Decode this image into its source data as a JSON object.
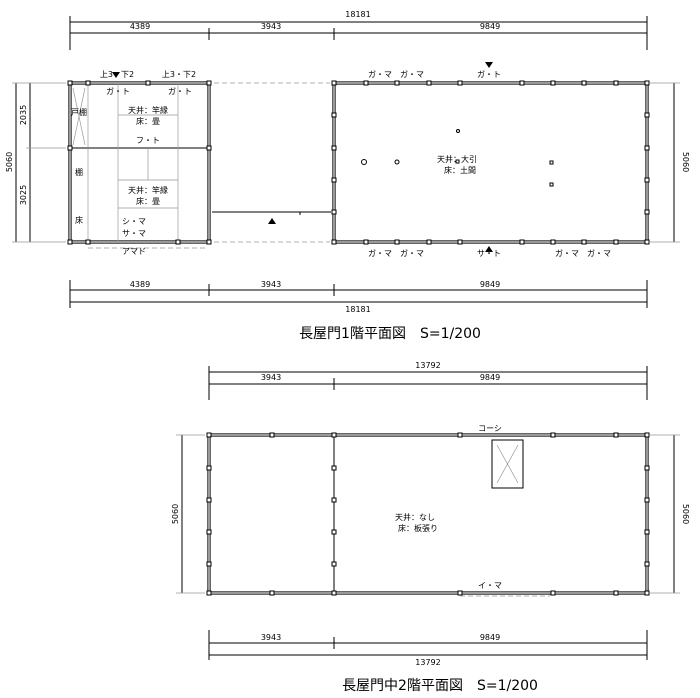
{
  "plan1": {
    "title": "長屋門1階平面図　S=1/200",
    "dims": {
      "total": "18181",
      "left": "4389",
      "mid": "3943",
      "right": "9849",
      "height": "5060",
      "upper": "2035",
      "lower": "3025"
    },
    "rooms": {
      "cabinet": "戸棚",
      "shelf": "棚",
      "alcove": "床",
      "ceil1": "天井：竿縁",
      "floor1": "床：畳",
      "ceil2": "天井：竿縁",
      "floor2": "床：畳",
      "ceil3": "天井：大引",
      "floor3": "床：土間"
    },
    "openings": {
      "stair1": "上3・下2",
      "stair2": "上3・下2",
      "gato1": "ガ・ト",
      "gato2": "ガ・ト",
      "futo": "フ・ト",
      "shima": "シ・マ",
      "sama": "サ・マ",
      "amado": "アマド",
      "gama1": "ガ・マ",
      "gama2": "ガ・マ",
      "gato3": "ガ・ト",
      "gama3": "ガ・マ",
      "gama4": "ガ・マ",
      "sato": "サ・ト",
      "gama5": "ガ・マ",
      "gama6": "ガ・マ"
    }
  },
  "plan2": {
    "title": "長屋門中2階平面図　S=1/200",
    "dims": {
      "total": "13792",
      "left": "3943",
      "right": "9849",
      "height": "5060"
    },
    "rooms": {
      "ceil": "天井：なし",
      "floor": "床：板張り"
    },
    "openings": {
      "koshi": "コーシ",
      "ima": "イ・マ"
    }
  }
}
